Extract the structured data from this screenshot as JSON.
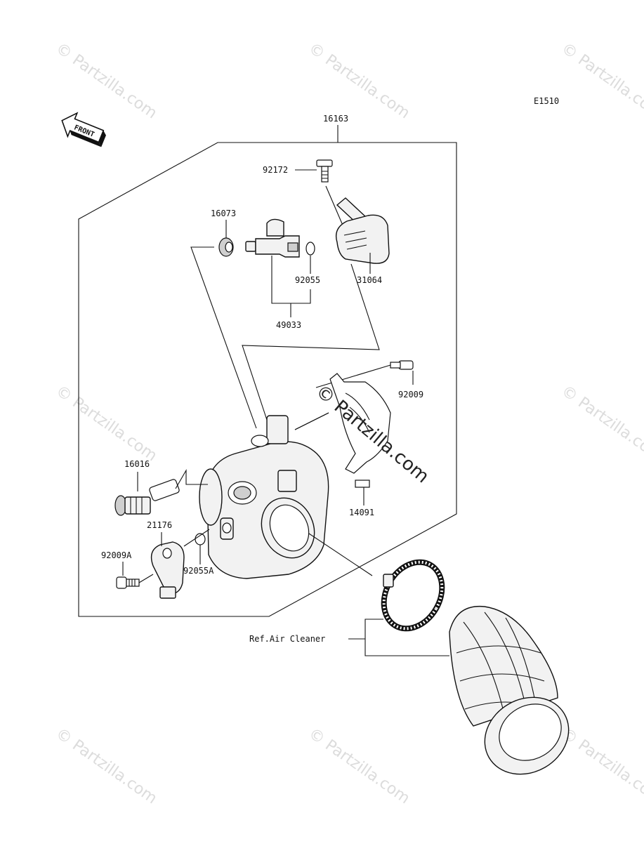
{
  "diagram": {
    "code": "E1510",
    "front_label": "FRONT",
    "watermark_text": "© Partzilla.com",
    "center_watermark": "© Partzilla.com",
    "parts": {
      "p16163": "16163",
      "p92172": "92172",
      "p16073": "16073",
      "p92055": "92055",
      "p49033": "49033",
      "p31064": "31064",
      "p92009": "92009",
      "p16016": "16016",
      "p14091": "14091",
      "p21176": "21176",
      "p92009A": "92009A",
      "p92055A": "92055A"
    },
    "ref_air_cleaner": "Ref.Air Cleaner"
  }
}
